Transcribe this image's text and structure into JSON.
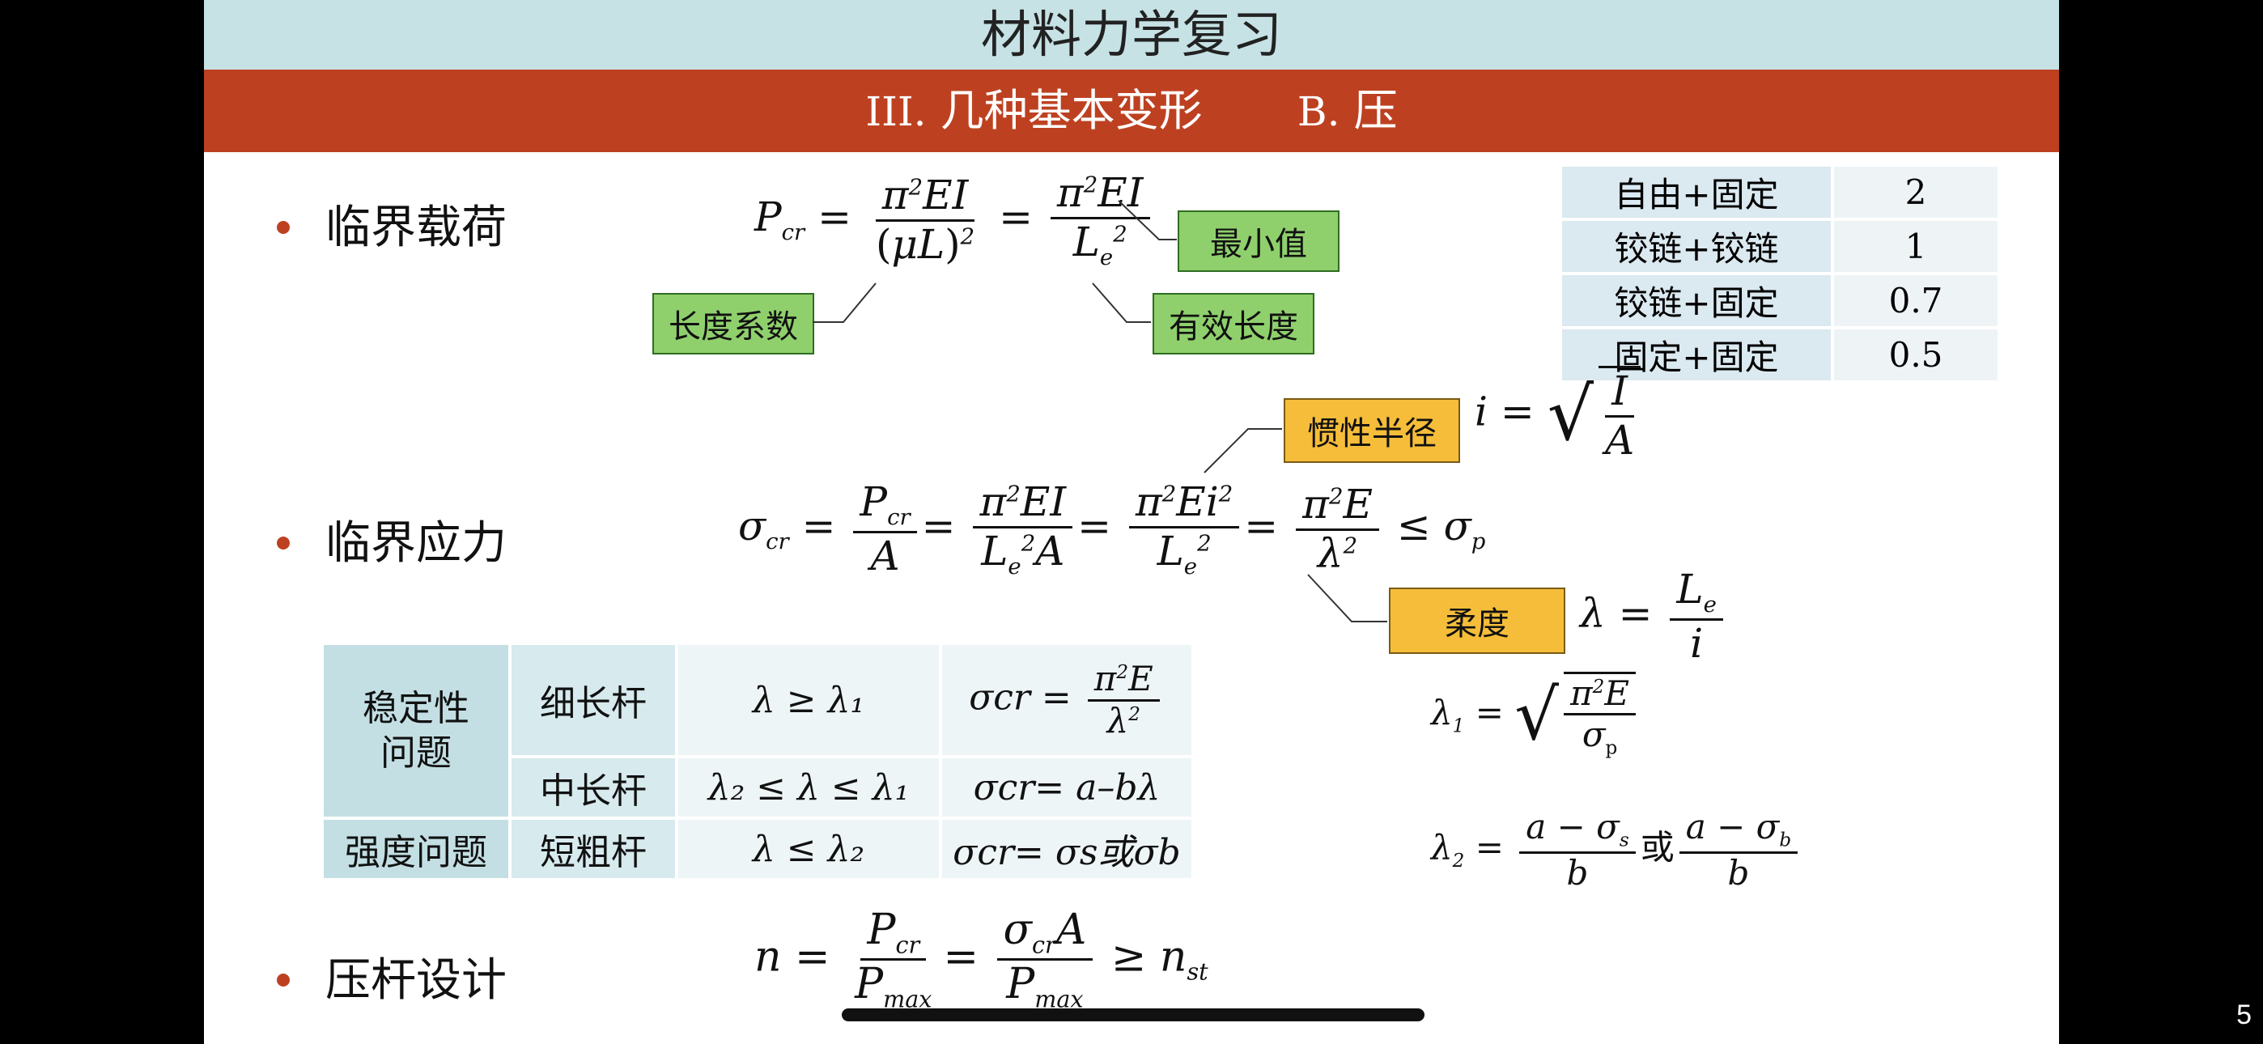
{
  "slide": {
    "title": "材料力学复习",
    "section_roman": "III.",
    "section_name": "几种基本变形",
    "section_letter": "B.",
    "section_topic": "压",
    "page_number": "5"
  },
  "bullets": {
    "critical_load": "临界载荷",
    "critical_stress": "临界应力",
    "strut_design": "压杆设计"
  },
  "callouts": {
    "min_value": "最小值",
    "length_factor": "长度系数",
    "effective_length": "有效长度",
    "gyration_radius": "惯性半径",
    "slenderness": "柔度"
  },
  "length_factor_table": [
    {
      "support": "自由+固定",
      "mu": "2"
    },
    {
      "support": "铰链+铰链",
      "mu": "1"
    },
    {
      "support": "铰链+固定",
      "mu": "0.7"
    },
    {
      "support": "固定+固定",
      "mu": "0.5"
    }
  ],
  "stability_table": {
    "group_stability": "稳定性问题",
    "group_strength": "强度问题",
    "rows": [
      {
        "type": "细长杆",
        "condition": "λ ≥ λ₁",
        "formula_lhs": "σcr ="
      },
      {
        "type": "中长杆",
        "condition": "λ₂ ≤ λ ≤ λ₁",
        "formula": "σcr= a–bλ"
      },
      {
        "type": "短粗杆",
        "condition": "λ ≤ λ₂",
        "formula": "σcr= σs或σb"
      }
    ]
  },
  "formulas": {
    "or_text": "或"
  }
}
